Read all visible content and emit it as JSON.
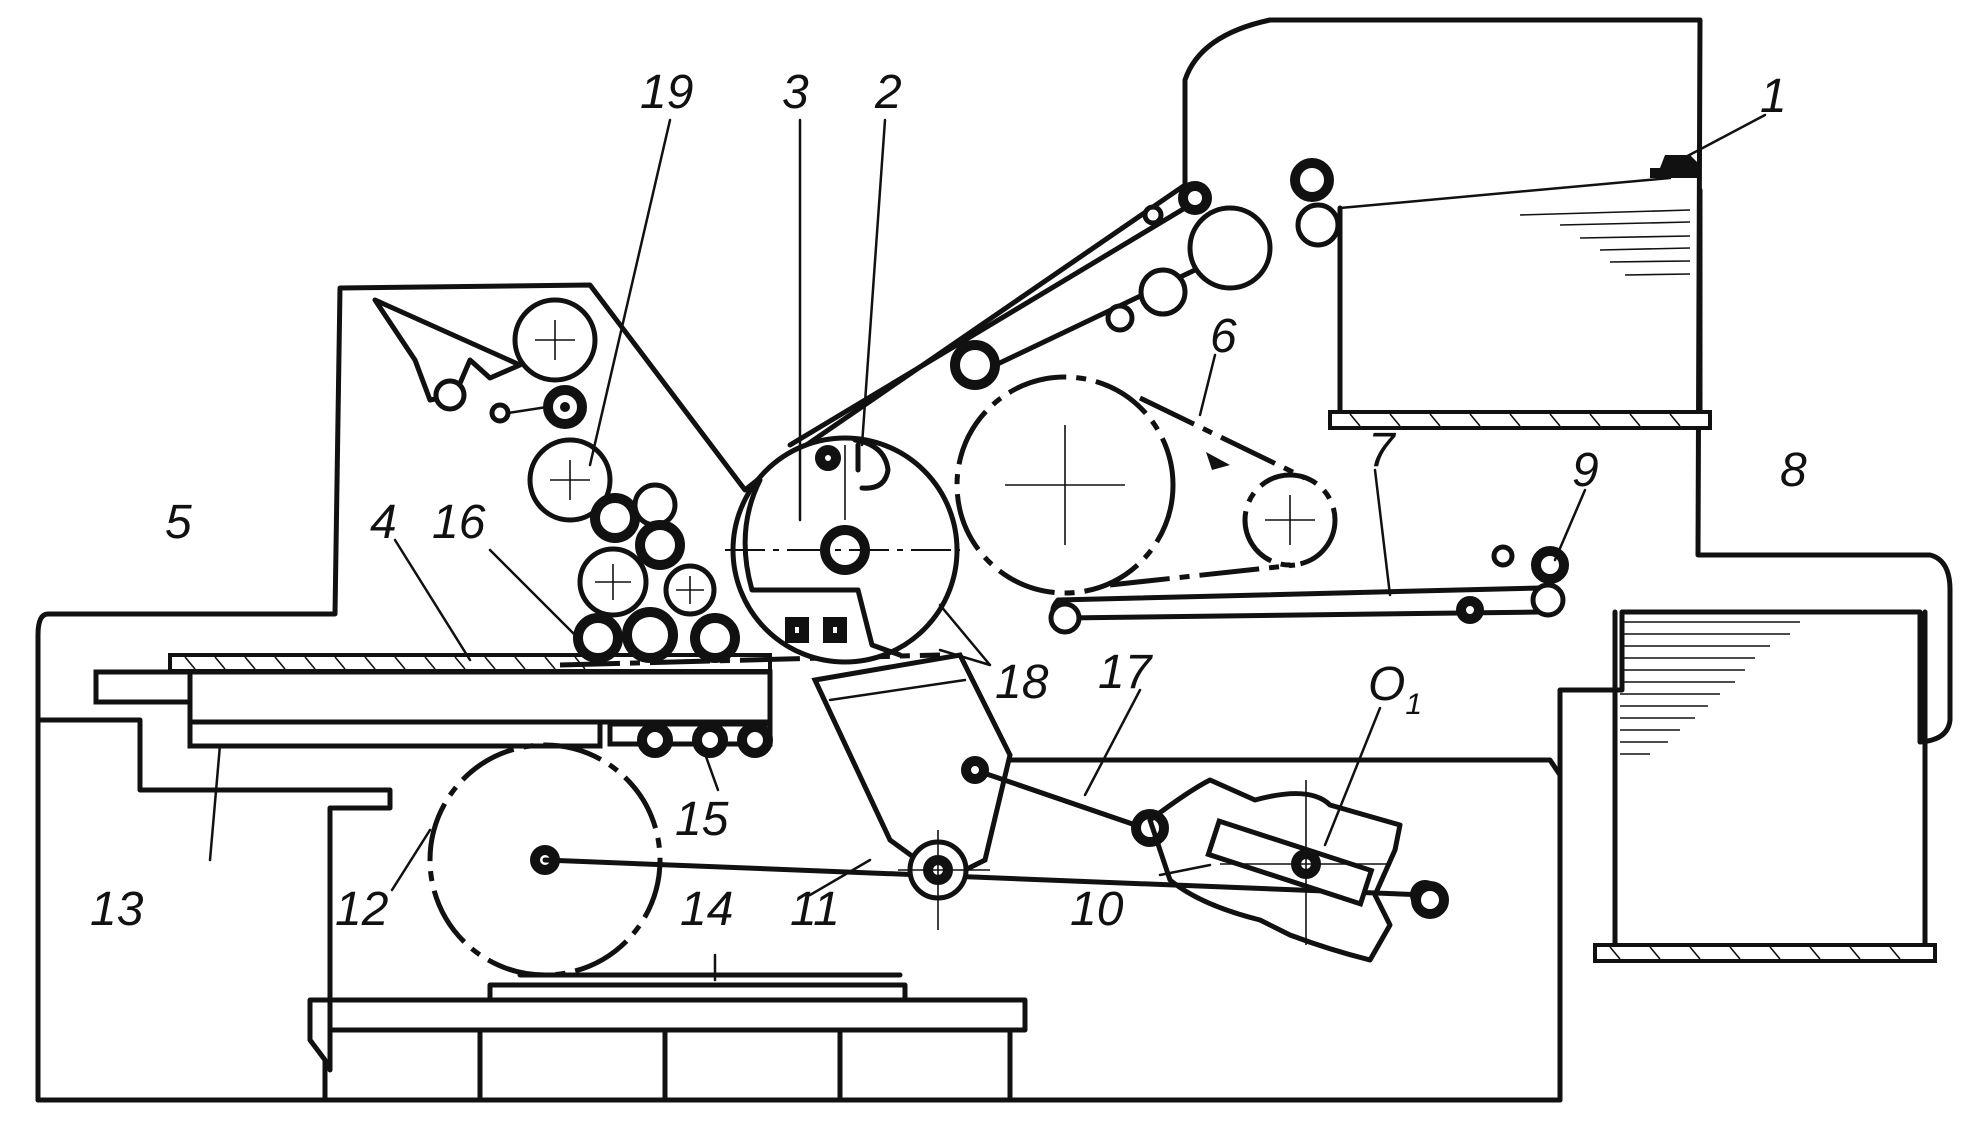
{
  "labels": {
    "l1": "1",
    "l2": "2",
    "l3": "3",
    "l4": "4",
    "l5": "5",
    "l6": "6",
    "l7": "7",
    "l8": "8",
    "l9": "9",
    "l10": "10",
    "l11": "11",
    "l12": "12",
    "l13": "13",
    "l14": "14",
    "l15": "15",
    "l16": "16",
    "l17": "17",
    "l18": "18",
    "l19": "19",
    "pivot_main": "O",
    "pivot_sub": "1"
  },
  "colors": {
    "ink": "#111111",
    "paper": "#ffffff"
  }
}
